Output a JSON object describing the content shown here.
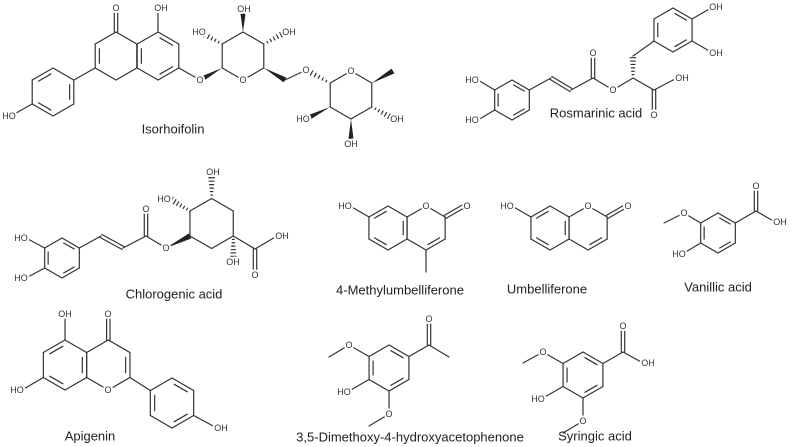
{
  "molecules": [
    {
      "name": "Isorhoifolin",
      "atoms": [
        "O",
        "OH",
        "O",
        "HO",
        "OH",
        "OH",
        "O",
        "O",
        "O",
        "HO",
        "OH",
        "OH",
        "HO"
      ]
    },
    {
      "name": "Rosmarinic acid",
      "atoms": [
        "HO",
        "HO",
        "O",
        "O",
        "OH",
        "OH",
        "O",
        "OH"
      ]
    },
    {
      "name": "Chlorogenic acid",
      "atoms": [
        "HO",
        "HO",
        "O",
        "O",
        "HO",
        "OH",
        "OH",
        "O",
        "OH"
      ]
    },
    {
      "name": "4-Methylumbelliferone",
      "atoms": [
        "HO",
        "O",
        "O"
      ]
    },
    {
      "name": "Umbelliferone",
      "atoms": [
        "HO",
        "O",
        "O"
      ]
    },
    {
      "name": "Vanillic acid",
      "atoms": [
        "O",
        "HO",
        "O",
        "OH"
      ]
    },
    {
      "name": "Apigenin",
      "atoms": [
        "OH",
        "O",
        "HO",
        "O",
        "OH"
      ]
    },
    {
      "name": "3,5-Dimethoxy-4-hydroxyacetophenone",
      "atoms": [
        "O",
        "HO",
        "O",
        "O"
      ]
    },
    {
      "name": "Syringic acid",
      "atoms": [
        "O",
        "HO",
        "O",
        "O",
        "OH"
      ]
    }
  ]
}
